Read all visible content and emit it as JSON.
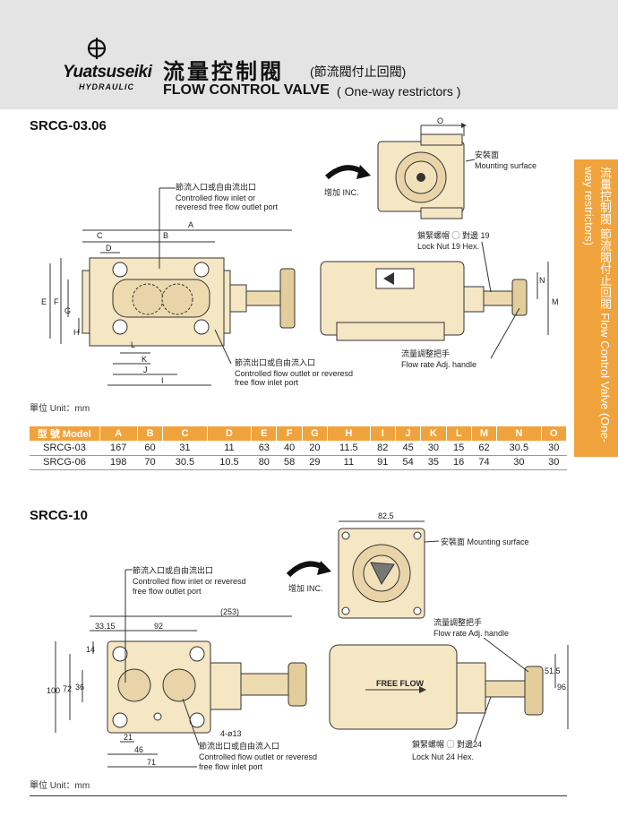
{
  "brand": {
    "name": "Yuatsuseiki",
    "sub": "HYDRAULIC"
  },
  "title": {
    "zh": "流量控制閥",
    "zh_sub": "(節流閥付止回閥)",
    "en": "FLOW CONTROL VALVE",
    "en_sub": "( One-way restrictors )"
  },
  "side_tab": "流量控制閥 節流閥付止回閥 Flow Control Valve (One-way restrictors)",
  "section1": {
    "model": "SRCG-03.06",
    "inc": "增加 INC.",
    "mounting": {
      "zh": "安裝面",
      "en": "Mounting surface"
    },
    "inlet_top": {
      "zh": "節流入口或自由流出口",
      "en1": "Controlled flow inlet or",
      "en2": "reveresd free flow outlet port"
    },
    "outlet_bottom": {
      "zh": "節流出口或自由流入口",
      "en1": "Controlled flow outlet or reveresd",
      "en2": "free flow inlet port"
    },
    "lock_nut": {
      "zh": "鎖緊螺帽 ◯ 對邊 19",
      "en": "Lock Nut 19 Hex."
    },
    "adj_handle": {
      "zh": "流量調整把手",
      "en": "Flow rate Adj. handle"
    },
    "dims": [
      "A",
      "B",
      "C",
      "D",
      "E",
      "F",
      "G",
      "H",
      "I",
      "J",
      "K",
      "L",
      "M",
      "N",
      "O"
    ],
    "unit": "單位 Unit：mm"
  },
  "table": {
    "header_label": "型 號 Model",
    "columns": [
      "A",
      "B",
      "C",
      "D",
      "E",
      "F",
      "G",
      "H",
      "I",
      "J",
      "K",
      "L",
      "M",
      "N",
      "O"
    ],
    "rows": [
      {
        "model": "SRCG-03",
        "values": [
          "167",
          "60",
          "31",
          "11",
          "63",
          "40",
          "20",
          "11.5",
          "82",
          "45",
          "30",
          "15",
          "62",
          "30.5",
          "30"
        ]
      },
      {
        "model": "SRCG-06",
        "values": [
          "198",
          "70",
          "30.5",
          "10.5",
          "80",
          "58",
          "29",
          "11",
          "91",
          "54",
          "35",
          "16",
          "74",
          "30",
          "30"
        ]
      }
    ]
  },
  "section2": {
    "model": "SRCG-10",
    "inc": "增加 INC.",
    "mounting": "安裝面 Mounting surface",
    "inlet_top": {
      "zh": "節流入口或自由流出口",
      "en1": "Controlled flow inlet or reveresd",
      "en2": "free flow outlet port"
    },
    "outlet_bottom": {
      "zh": "節流出口或自由流入口",
      "en1": "Controlled flow outlet or reveresd",
      "en2": "free flow inlet port"
    },
    "adj_handle": {
      "zh": "流量調整把手",
      "en": "Flow rate Adj. handle"
    },
    "lock_nut": {
      "zh": "鎖緊螺帽 ◯ 對邊24",
      "en": "Lock Nut 24 Hex."
    },
    "free_flow": "FREE FLOW",
    "holes": "4-ø13",
    "dims": {
      "d825": "82.5",
      "d3315": "33.15",
      "d92": "92",
      "d253": "(253)",
      "d14": "14",
      "d36": "36",
      "d72": "72",
      "d100": "100",
      "d21": "21",
      "d46": "46",
      "d71": "71",
      "d515": "51.5",
      "d96": "96"
    },
    "unit": "單位 Unit：mm"
  },
  "colors": {
    "accent": "#f0a33c",
    "body": "#f5e6c4",
    "header_bg": "#e4e4e4"
  }
}
